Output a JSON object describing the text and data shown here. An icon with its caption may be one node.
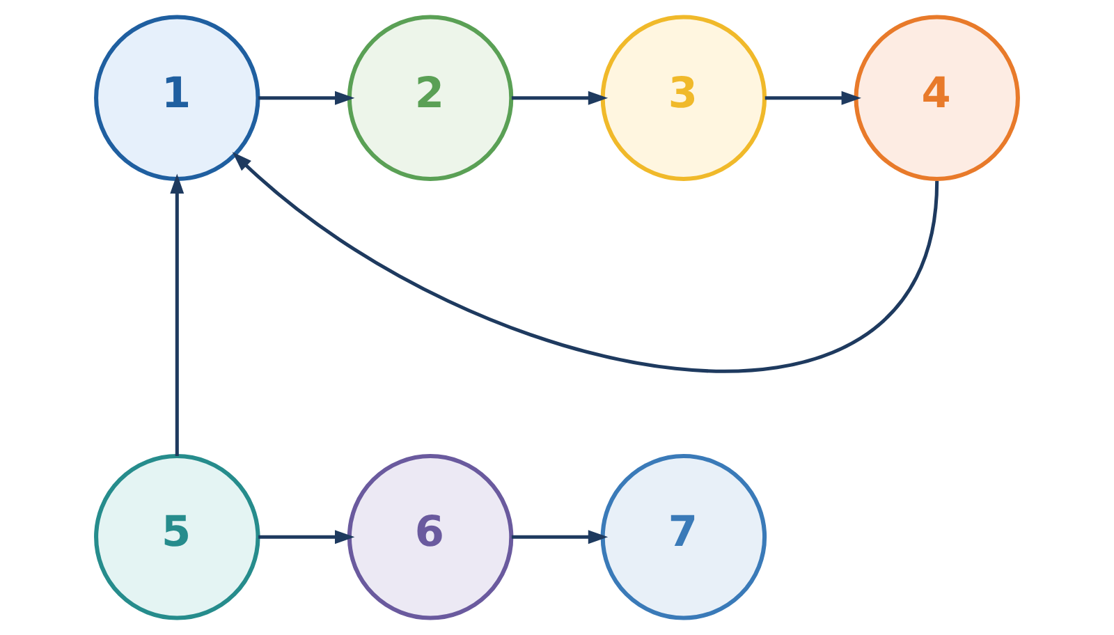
{
  "diagram": {
    "nodes": [
      {
        "text": [
          "1"
        ]
      },
      {
        "text": [
          "2"
        ]
      },
      {
        "text": [
          "3"
        ]
      },
      {
        "text": [
          "4"
        ]
      },
      {
        "text": [
          "5"
        ]
      },
      {
        "text": [
          "6"
        ]
      },
      {
        "text": [
          "7"
        ]
      }
    ],
    "edges": [
      {
        "from": 0,
        "to": 1,
        "arrow": "to"
      },
      {
        "from": 1,
        "to": 2,
        "arrow": "to"
      },
      {
        "from": 2,
        "to": 3,
        "arrow": "to"
      },
      {
        "from": 3,
        "to": 0,
        "arrow": "to"
      },
      {
        "from": 4,
        "to": 0,
        "arrow": "to"
      },
      {
        "from": 4,
        "to": 5,
        "arrow": "to"
      },
      {
        "from": 5,
        "to": 6,
        "arrow": "to"
      }
    ]
  }
}
